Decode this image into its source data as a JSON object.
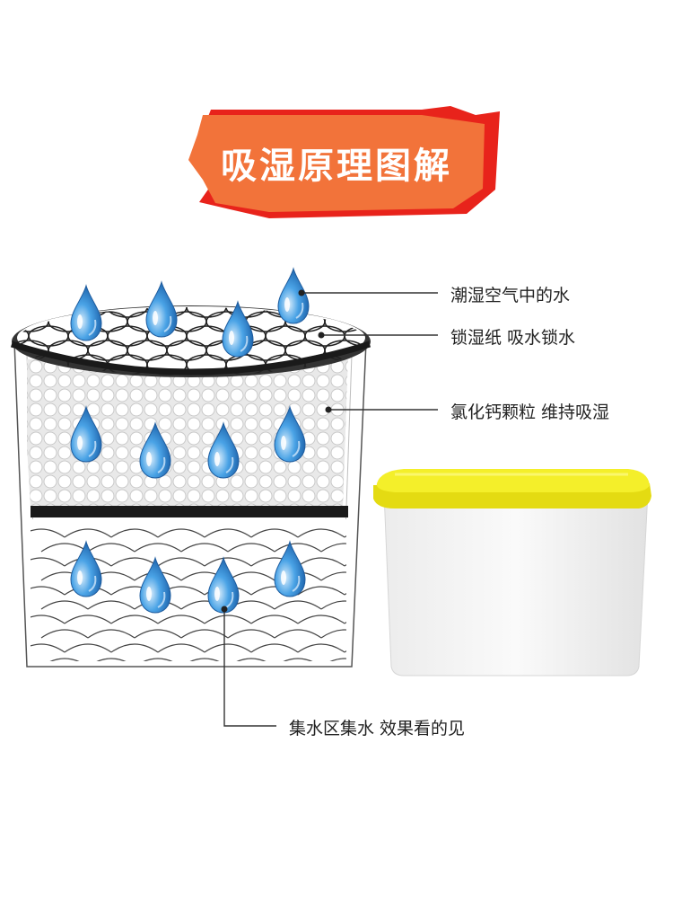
{
  "title": "吸湿原理图解",
  "colors": {
    "banner_orange": "#f2733a",
    "banner_red": "#e8231b",
    "drop_blue": "#3b8fd6",
    "lid_yellow": "#f1ea1d",
    "line": "#333333"
  },
  "labels": {
    "humid_air": "潮湿空气中的水",
    "lock_paper": "锁湿纸 吸水锁水",
    "calcium_chloride": "氯化钙颗粒 维持吸湿",
    "collection": "集水区集水 效果看的见"
  },
  "icons": {
    "water_drop": "water-drop-icon"
  }
}
